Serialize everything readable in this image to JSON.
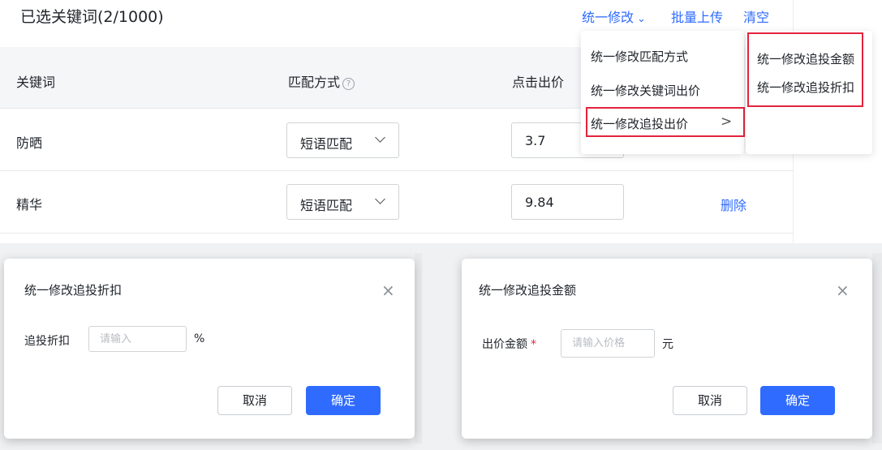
{
  "header": {
    "title": "已选关键词(2/1000)",
    "actions": {
      "bulk_modify": "统一修改",
      "bulk_upload": "批量上传",
      "clear": "清空"
    }
  },
  "table": {
    "columns": [
      "关键词",
      "匹配方式",
      "点击出价"
    ],
    "rows": [
      {
        "keyword": "防晒",
        "match": "短语匹配",
        "bid": "3.7"
      },
      {
        "keyword": "精华",
        "match": "短语匹配",
        "bid": "9.84",
        "action": "删除"
      }
    ]
  },
  "dropdown": {
    "items": [
      "统一修改匹配方式",
      "统一修改关键词出价",
      "统一修改追投出价"
    ],
    "submenu": [
      "统一修改追投金额",
      "统一修改追投折扣"
    ]
  },
  "dialog_discount": {
    "title": "统一修改追投折扣",
    "field_label": "追投折扣",
    "placeholder": "请输入",
    "unit": "%",
    "cancel": "取消",
    "confirm": "确定"
  },
  "dialog_amount": {
    "title": "统一修改追投金额",
    "field_label": "出价金额",
    "required_mark": "*",
    "placeholder": "请输入价格",
    "unit": "元",
    "cancel": "取消",
    "confirm": "确定"
  },
  "colors": {
    "accent": "#2f6bff",
    "highlight": "#e3233e"
  },
  "icons": [
    "help-icon",
    "chevron-down-icon",
    "chevron-right-icon",
    "close-icon"
  ]
}
